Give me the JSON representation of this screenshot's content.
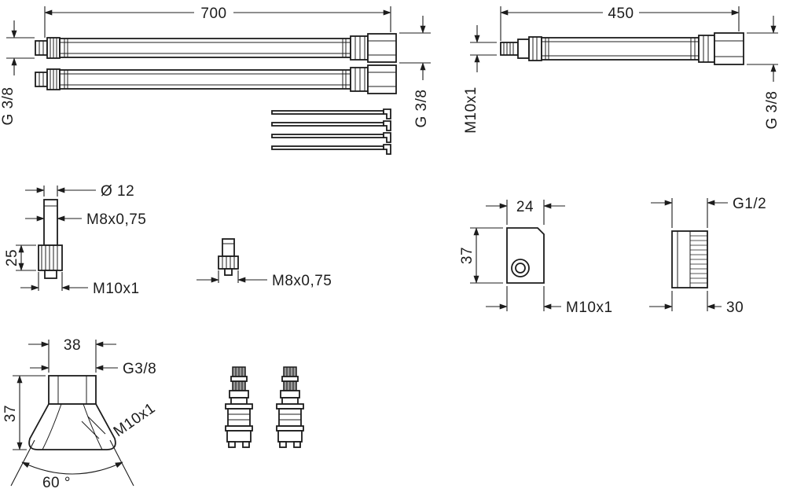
{
  "page": {
    "background": "#ffffff",
    "ink": "#1c1c1c"
  },
  "diagram": {
    "hose_pair": {
      "length": "700",
      "thread_left": "G 3/8",
      "thread_right": "G 3/8"
    },
    "hose_single": {
      "length": "450",
      "thread_left": "M10x1",
      "thread_right": "G 3/8"
    },
    "adjuster_pin": {
      "diameter": "Ø 12",
      "thread_upper": "M8x0,75",
      "height": "25",
      "thread_lower": "M10x1"
    },
    "small_pin": {
      "thread": "M8x0,75"
    },
    "block": {
      "width": "24",
      "height": "37",
      "thread": "M10x1"
    },
    "sleeve": {
      "thread": "G1/2",
      "width": "30"
    },
    "cone": {
      "width": "38",
      "thread_top": "G3/8",
      "height": "37",
      "thread_side": "M10x1",
      "angle": "60 °"
    }
  }
}
